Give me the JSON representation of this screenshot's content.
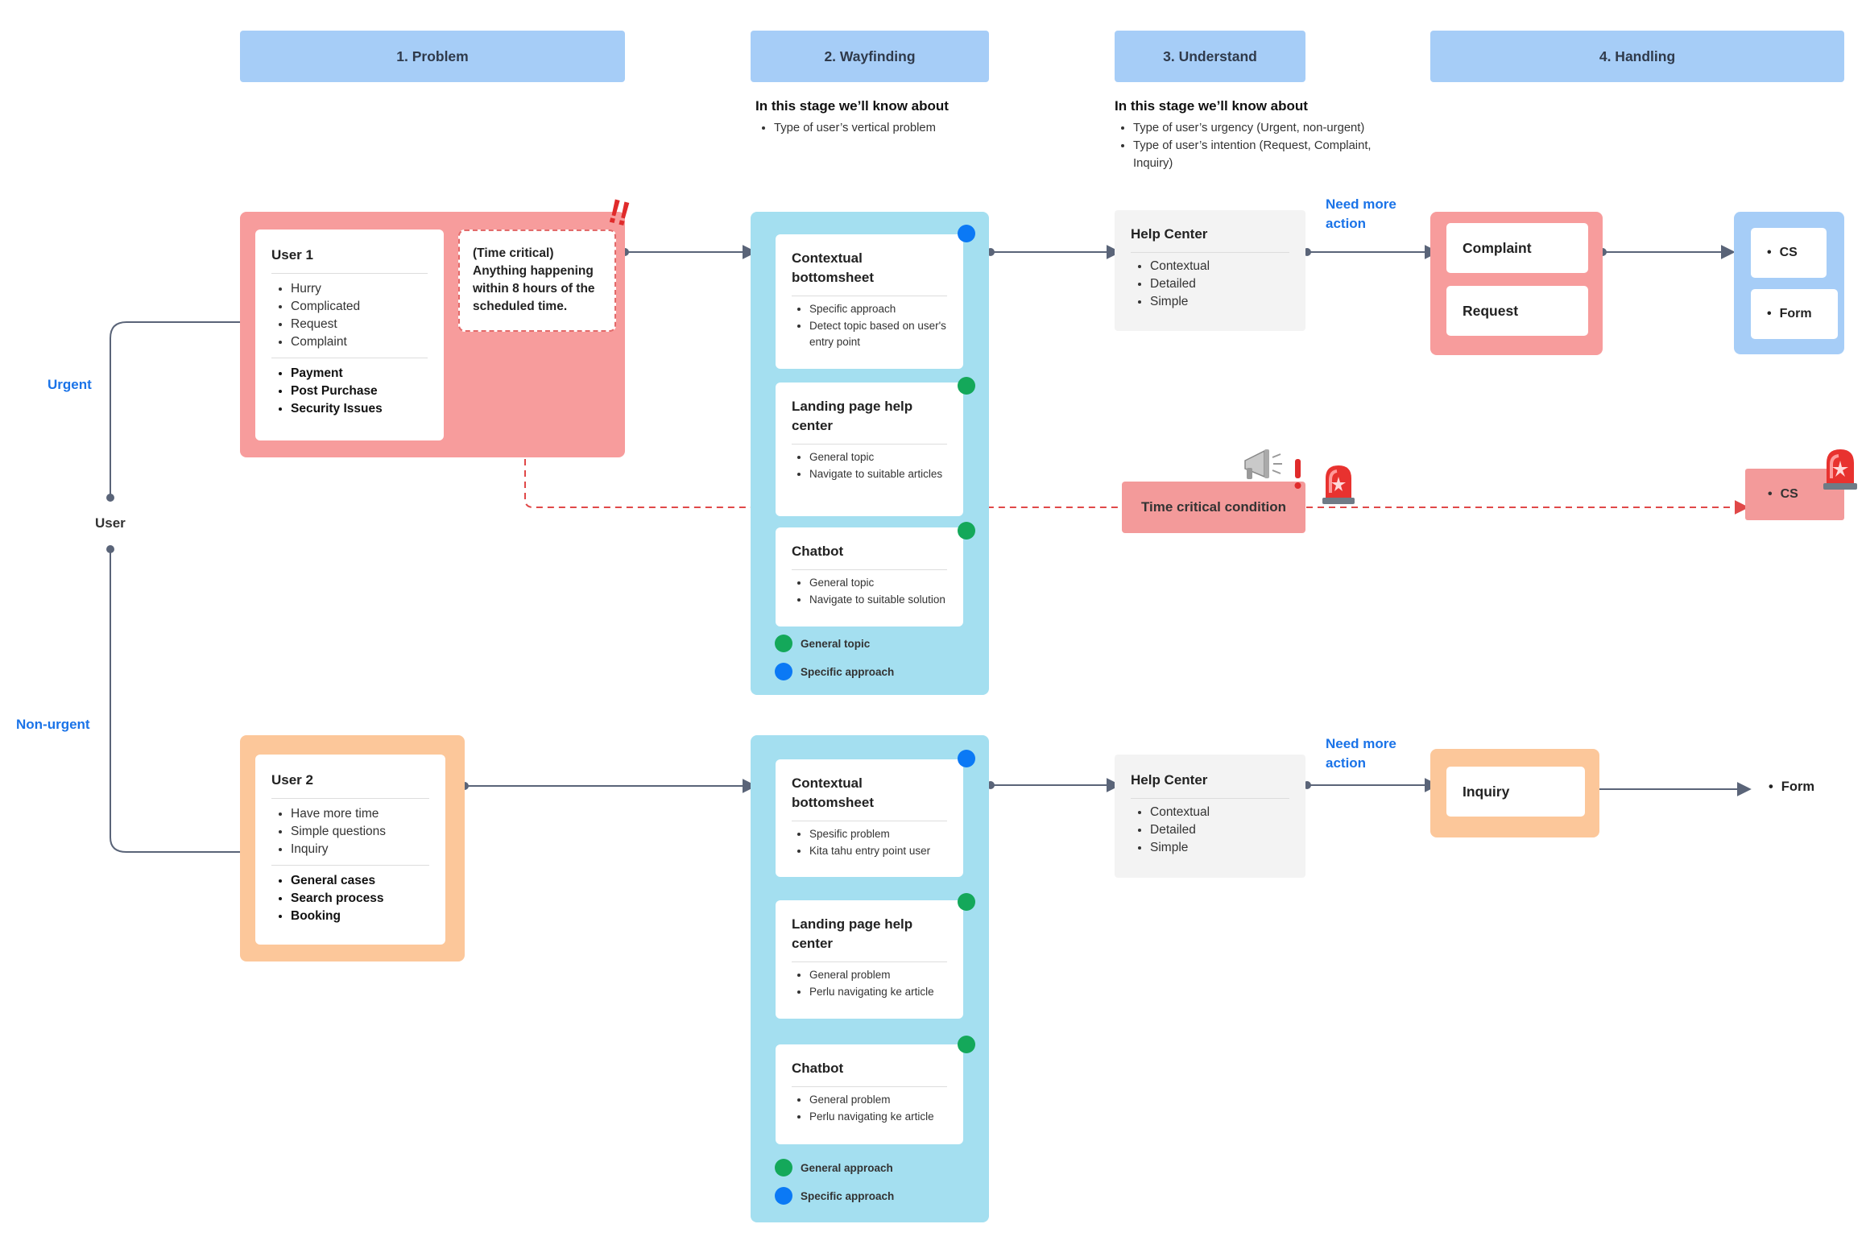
{
  "colors": {
    "stage_header": "#a6cdf7",
    "urgent_panel": "#f79c9c",
    "nonurgent_panel": "#fcc79a",
    "wayfinding_panel": "#a4dff0",
    "cs_panel": "#a6cdf7",
    "link_blue": "#1a73e8",
    "dot_blue": "#0b79f5",
    "dot_green": "#14a85a",
    "arrow": "#5a6478",
    "dashed_red": "#e04848"
  },
  "stages": [
    {
      "label": "1.  Problem"
    },
    {
      "label": "2. Wayfinding"
    },
    {
      "label": "3. Understand"
    },
    {
      "label": "4. Handling"
    }
  ],
  "wayfinding_note": {
    "title": "In this stage we’ll know about",
    "items": [
      "Type of user’s vertical problem"
    ]
  },
  "understand_note": {
    "title": "In this stage we’ll know about",
    "items": [
      "Type of user’s urgency (Urgent, non-urgent)",
      "Type of user’s intention (Request, Complaint, Inquiry)"
    ]
  },
  "lanes": {
    "urgent": "Urgent",
    "nonurgent": "Non-urgent",
    "user": "User"
  },
  "user1": {
    "title": "User 1",
    "traits": [
      "Hurry",
      "Complicated",
      "Request",
      "Complaint"
    ],
    "topics": [
      "Payment",
      "Post Purchase",
      "Security Issues"
    ],
    "time_critical": "(Time critical) Anything happening within 8 hours of the scheduled time.",
    "alert_mark": "!!"
  },
  "user2": {
    "title": "User 2",
    "traits": [
      "Have more time",
      "Simple questions",
      "Inquiry"
    ],
    "topics": [
      "General cases",
      "Search process",
      "Booking"
    ]
  },
  "wayfinding_urgent": {
    "cards": [
      {
        "title": "Contextual bottomsheet",
        "items": [
          "Specific approach",
          "Detect topic based on user's entry point"
        ],
        "dot": "blue"
      },
      {
        "title": "Landing page help center",
        "items": [
          "General topic",
          "Navigate to suitable articles"
        ],
        "dot": "green"
      },
      {
        "title": "Chatbot",
        "items": [
          "General topic",
          "Navigate to suitable solution"
        ],
        "dot": "green"
      }
    ],
    "legend": [
      {
        "label": "General topic",
        "dot": "green"
      },
      {
        "label": "Specific approach",
        "dot": "blue"
      }
    ]
  },
  "wayfinding_nonurgent": {
    "cards": [
      {
        "title": "Contextual bottomsheet",
        "items": [
          "Spesific problem",
          "Kita tahu entry point user"
        ],
        "dot": "blue"
      },
      {
        "title": "Landing page help center",
        "items": [
          "General problem",
          "Perlu navigating ke article"
        ],
        "dot": "green"
      },
      {
        "title": "Chatbot",
        "items": [
          "General problem",
          "Perlu navigating ke article"
        ],
        "dot": "green"
      }
    ],
    "legend": [
      {
        "label": "General approach",
        "dot": "green"
      },
      {
        "label": "Specific approach",
        "dot": "blue"
      }
    ]
  },
  "help_center_urgent": {
    "title": "Help Center",
    "items": [
      "Contextual",
      "Detailed",
      "Simple"
    ]
  },
  "help_center_nonurgent": {
    "title": "Help Center",
    "items": [
      "Contextual",
      "Detailed",
      "Simple"
    ]
  },
  "need_more_action": "Need more action",
  "time_critical_condition": "Time critical condition",
  "handling_urgent": {
    "items": [
      "Complaint",
      "Request"
    ]
  },
  "cs_urgent": {
    "items": [
      "CS",
      "Form"
    ]
  },
  "cs_time_critical": "CS",
  "handling_nonurgent": {
    "items": [
      "Inquiry"
    ]
  },
  "form_nonurgent": "Form",
  "icons": [
    "megaphone-icon",
    "siren-icon",
    "exclamation-icon"
  ]
}
